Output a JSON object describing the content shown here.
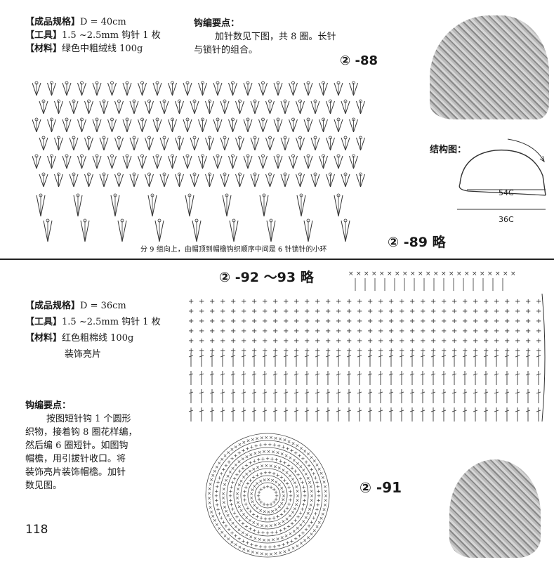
{
  "top": {
    "specs": [
      {
        "key": "【成品规格】",
        "value": "D = 40cm"
      },
      {
        "key": "【工具】",
        "value": "1.5 ~2.5mm 钩针 1 枚"
      },
      {
        "key": "【材料】",
        "value": "绿色中粗绒线 100g"
      }
    ],
    "notes_title": "钩编要点：",
    "notes_lines": [
      "加针数见下图，共 8 圈。长针",
      "与锁针的组合。"
    ],
    "pattern_id_88": "② -88",
    "structure_label": "结构图：",
    "dim_54": "54C",
    "dim_36": "36C",
    "caption": "分 9 组向上，由帽顶到帽檐钩织顺序中间是 6 针锁针的小环",
    "pattern_id_89": "② -89 略"
  },
  "bottom": {
    "title": "② -92 ～93 略",
    "specs": [
      {
        "key": "【成品规格】",
        "value": "D = 36cm"
      },
      {
        "key": "【工具】",
        "value": "1.5 ~2.5mm 钩针 1 枚"
      },
      {
        "key": "【材料】",
        "value": "红色粗棉线 100g"
      }
    ],
    "spec_extra": "装饰亮片",
    "notes_title": "钩编要点：",
    "notes_lines": [
      "按图短针钩 1 个圆形",
      "织物，接着钩 8 圈花样编，",
      "然后编 6 圈短针。如图钩",
      "帽檐，用引拔针收口。将",
      "装饰亮片装饰帽檐。加针",
      "数见图。"
    ],
    "pattern_id_91": "② -91"
  },
  "page_number": "118"
}
